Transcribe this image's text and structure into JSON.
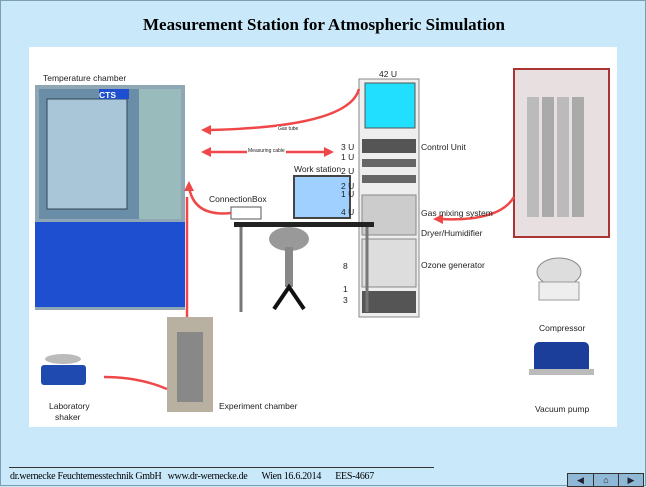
{
  "title": "Measurement Station for Atmospheric Simulation",
  "labels": {
    "temperature_chamber": "Temperature chamber",
    "cts": "CTS",
    "gas_tube": "Gas tube",
    "measuring_cable": "Measuring cable",
    "work_station": "Work station",
    "connection_box": "ConnectionBox",
    "rack_top": "42 U",
    "control_unit": "Control Unit",
    "gas_mixing": "Gas mixing system",
    "dryer": "Dryer/Humidifier",
    "ozone": "Ozone generator",
    "compressor": "Compressor",
    "vacuum_pump": "Vacuum pump",
    "lab_shaker_1": "Laboratory",
    "lab_shaker_2": "shaker",
    "experiment_chamber": "Experiment chamber",
    "units": [
      "3 U",
      "1 U",
      "2 U",
      "2 U",
      "1 U",
      "4 U",
      "8",
      "1",
      "3"
    ]
  },
  "footer": {
    "company": "dr.wernecke Feuchtemesstechnik GmbH",
    "url": "www.dr-wernecke.de",
    "place_date": "Wien 16.6.2014",
    "doc_id": "EES-4667"
  },
  "nav": {
    "prev": "◀",
    "home": "⌂",
    "next": "▶"
  }
}
